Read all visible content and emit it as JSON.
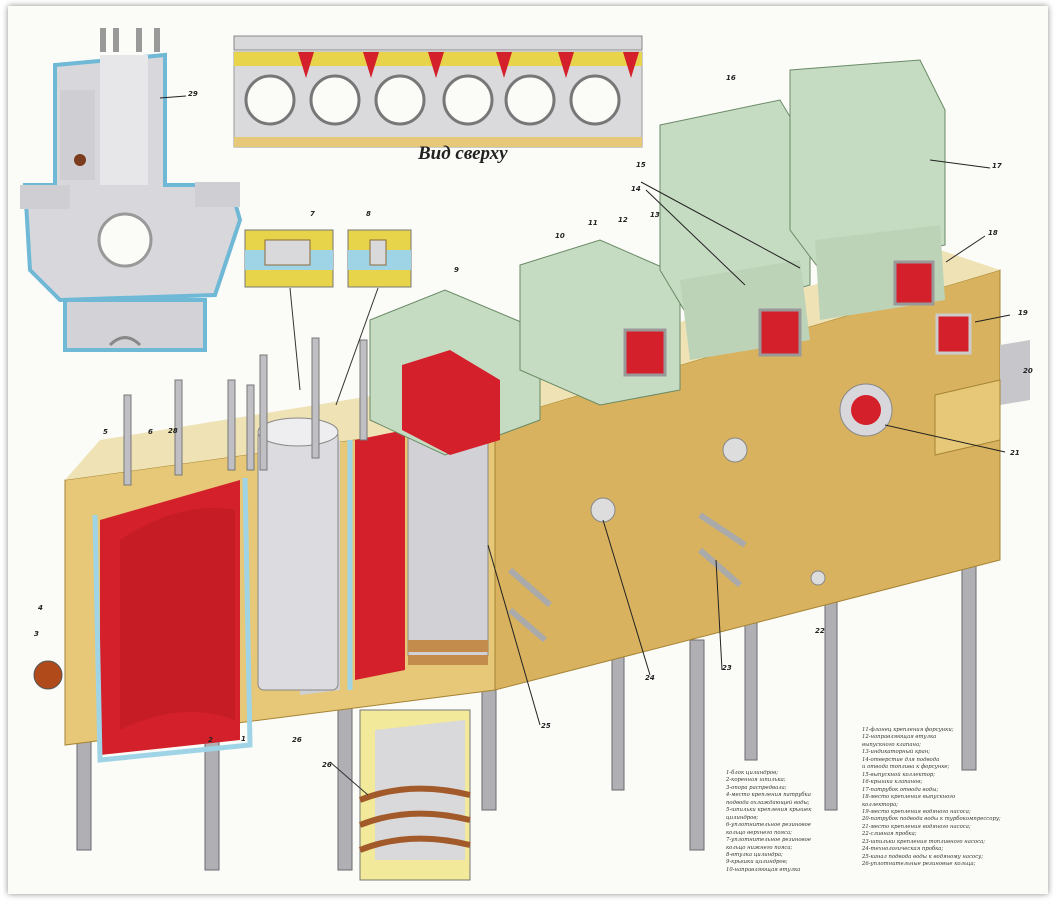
{
  "top_view_caption": "Вид сверху",
  "colors": {
    "block": "#e6c878",
    "block_shadow": "#c9a54e",
    "water_jacket": "#d4202a",
    "coolant": "#9fd4e6",
    "head": "#c6dcc2",
    "liner": "#d9d9dc",
    "gasket": "#e8d44a"
  },
  "callouts": [
    "1",
    "2",
    "3",
    "4",
    "5",
    "6",
    "7",
    "8",
    "9",
    "10",
    "11",
    "12",
    "13",
    "14",
    "15",
    "16",
    "17",
    "18",
    "19",
    "20",
    "21",
    "22",
    "23",
    "24",
    "25",
    "26",
    "26",
    "28",
    "29"
  ],
  "legend_left": [
    "1-блок цилиндров;",
    "2-коренная шпилька;",
    "3-опора распредвала;",
    "4-место крепления патрубка",
    "подвода охлаждающей воды;",
    "5-шпильки крепления крышек",
    "цилиндров;",
    "6-уплотнительное резиновое",
    "кольцо верхнего пояса;",
    "7-уплотнительное резиновое",
    "кольцо нижнего пояса;",
    "8-втулка цилиндра;",
    "9-крышки цилиндров;",
    "10-направляющая втулка"
  ],
  "legend_right": [
    "11-фланец крепления форсунки;",
    "12-направляющая втулка",
    "выпускного клапана;",
    "13-индикаторный кран;",
    "14-отверстие для подвода",
    "и отвода топлива к форсунке;",
    "15-выпускной коллектор;",
    "16-крышка клапанов;",
    "17-патрубок отвода воды;",
    "18-место крепления выпускного",
    "коллектора;",
    "19-место крепления водяного насоса;",
    "20-патрубок подвода воды к турбокомпрессору;",
    "21-место крепления водяного насоса;",
    "22-сливная пробка;",
    "23-шпильки крепления топливного насоса;",
    "24-технологическая пробка;",
    "25-канал подвода воды к водяному насосу;",
    "26-уплотнительные резиновые кольца;"
  ]
}
